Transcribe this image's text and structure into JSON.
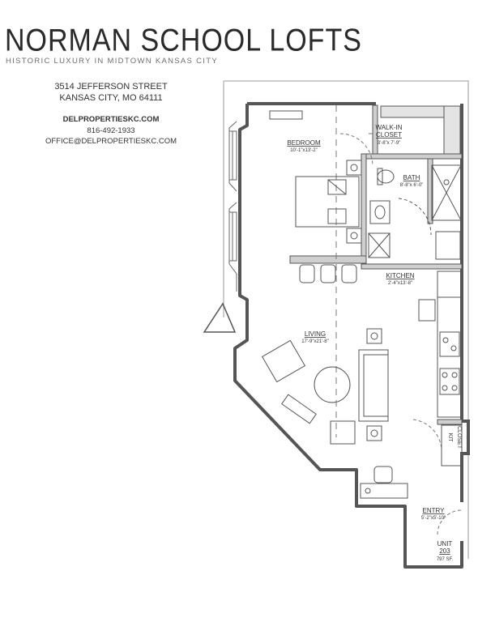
{
  "header": {
    "title": "NORMAN SCHOOL LOFTS",
    "subtitle": "HISTORIC LUXURY IN MIDTOWN KANSAS CITY"
  },
  "address": {
    "street": "3514 JEFFERSON STREET",
    "city": "KANSAS CITY, MO 64111"
  },
  "contact": {
    "website": "DELPROPERTIESKC.COM",
    "phone": "816-492-1933",
    "email": "OFFICE@DELPROPERTIESKC.COM"
  },
  "rooms": {
    "bedroom": {
      "name": "BEDROOM",
      "dims": "10'-1\"x13'-2\""
    },
    "walkin": {
      "name_line1": "WALK-IN",
      "name_line2": "CLOSET",
      "dims": "3'-8\"x 7'-9\""
    },
    "bath": {
      "name": "BATH",
      "dims": "8'-8\"x 6'-0\""
    },
    "kitchen": {
      "name": "KITCHEN",
      "dims": "2'-4\"x13'-8\""
    },
    "living": {
      "name": "LIVING",
      "dims": "17'-9\"x21'-8\""
    },
    "kit_closet": {
      "line1": "KIT",
      "line2": "CLOSET"
    },
    "entry": {
      "name": "ENTRY",
      "dims": "5'-2\"x5'-10\""
    }
  },
  "unit": {
    "label": "UNIT",
    "number": "203",
    "area": "797 SF."
  },
  "colors": {
    "ink": "#2b2b2b",
    "wall": "#555555",
    "fill": "#cfcfcf"
  }
}
